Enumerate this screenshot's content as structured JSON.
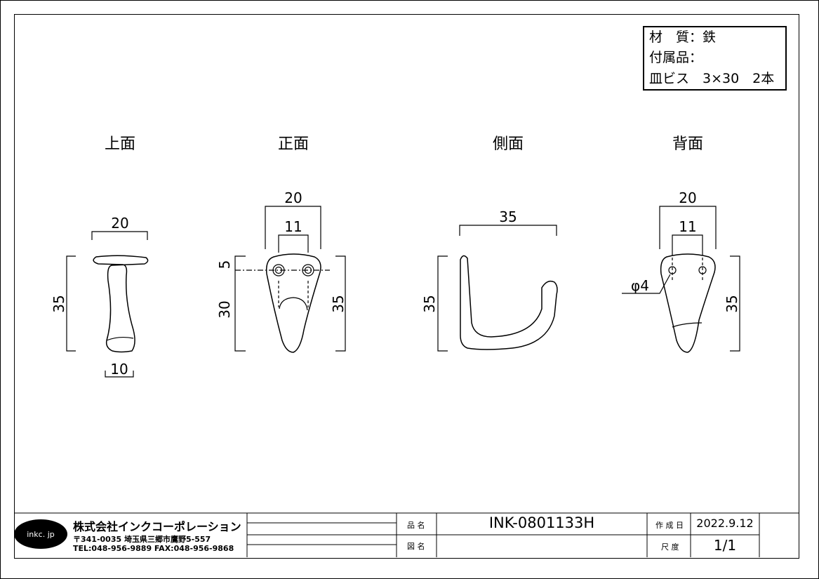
{
  "spec": {
    "line1": "材　質：鉄",
    "line2": "付属品：",
    "line3": "皿ビス　3×30　2本"
  },
  "views": {
    "top": "上面",
    "front": "正面",
    "side": "側面",
    "back": "背面"
  },
  "dims": {
    "top_width": "20",
    "top_height": "35",
    "top_bottom": "10",
    "front_width": "20",
    "front_hole_spacing": "11",
    "front_offset": "5",
    "front_lower": "30",
    "front_height": "35",
    "side_depth": "35",
    "side_height": "35",
    "back_width": "20",
    "back_hole_spacing": "11",
    "back_hole_dia": "φ4",
    "back_height": "35"
  },
  "title_block": {
    "logo": "inkc. jp",
    "company": "株式会社インクコーポレーション",
    "address": "〒341-0035 埼玉県三郷市鷹野5-557",
    "phone": "TEL:048-956-9889  FAX:048-956-9868",
    "product_name_label": "品 名",
    "product_name": "INK-0801133H",
    "drawing_name_label": "図 名",
    "drawing_name": "",
    "date_label": "作 成 日",
    "date": "2022.9.12",
    "scale_label": "尺 度",
    "scale": "1/1"
  }
}
